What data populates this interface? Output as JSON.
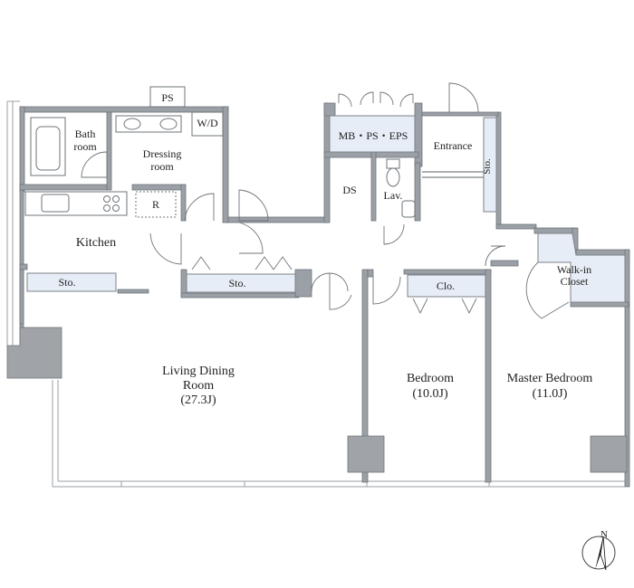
{
  "rooms": {
    "ps": "PS",
    "bath": [
      "Bath",
      "room"
    ],
    "wd": "W/D",
    "dressing": [
      "Dressing",
      "room"
    ],
    "mbpseps": "MB・PS・EPS",
    "entrance": "Entrance",
    "sto_entrance": "Sto.",
    "ds": "DS",
    "lav": "Lav.",
    "r": "R",
    "kitchen": "Kitchen",
    "sto_kitchen": "Sto.",
    "sto_hall": "Sto.",
    "clo": "Clo.",
    "walkin": [
      "Walk-in",
      "Closet"
    ],
    "living": [
      "Living Dining",
      "Room",
      "(27.3J)"
    ],
    "bedroom": [
      "Bedroom",
      "(10.0J)"
    ],
    "master": [
      "Master Bedroom",
      "(11.0J)"
    ]
  },
  "compass": {
    "north": "N",
    "name": "north-arrow"
  }
}
